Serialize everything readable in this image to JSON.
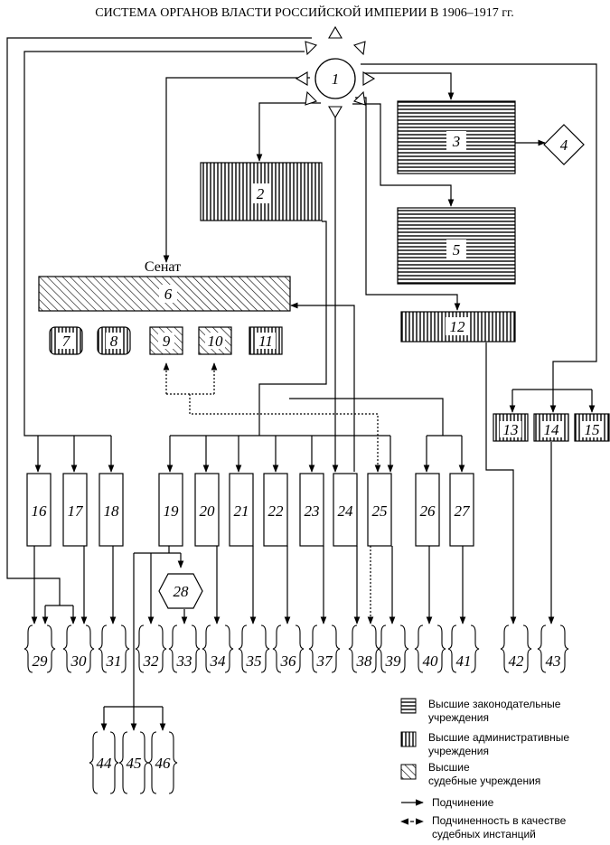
{
  "title": "СИСТЕМА ОРГАНОВ ВЛАСТИ РОССИЙСКОЙ  ИМПЕРИИ В 1906–1917 гг.",
  "senate_label": "Сенат",
  "nodes": {
    "n1": "1",
    "n2": "2",
    "n3": "3",
    "n4": "4",
    "n5": "5",
    "n6": "6",
    "n7": "7",
    "n8": "8",
    "n9": "9",
    "n10": "10",
    "n11": "11",
    "n12": "12",
    "n13": "13",
    "n14": "14",
    "n15": "15",
    "n16": "16",
    "n17": "17",
    "n18": "18",
    "n19": "19",
    "n20": "20",
    "n21": "21",
    "n22": "22",
    "n23": "23",
    "n24": "24",
    "n25": "25",
    "n26": "26",
    "n27": "27",
    "n28": "28",
    "n29": "29",
    "n30": "30",
    "n31": "31",
    "n32": "32",
    "n33": "33",
    "n34": "34",
    "n35": "35",
    "n36": "36",
    "n37": "37",
    "n38": "38",
    "n39": "39",
    "n40": "40",
    "n41": "41",
    "n42": "42",
    "n43": "43",
    "n44": "44",
    "n45": "45",
    "n46": "46"
  },
  "legend": {
    "legislative_1": "Высшие законодательные",
    "legislative_2": "учреждения",
    "administrative_1": "Высшие административные",
    "administrative_2": "учреждения",
    "judicial_1": "Высшие",
    "judicial_2": "судебные учреждения",
    "subordination": "Подчинение",
    "judicial_sub_1": "Подчиненность в качестве",
    "judicial_sub_2": "судебных инстанций"
  }
}
